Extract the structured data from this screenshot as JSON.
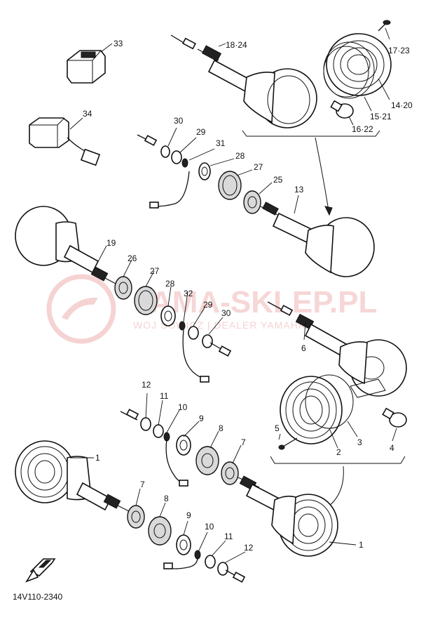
{
  "watermark": {
    "title": "AMA-SKLEP.PL",
    "subtitle": "WOJ SOWICZ | DEALER YAMAHA",
    "color": "#f0b5b5"
  },
  "diagram_code": "14V110-2340",
  "callouts": {
    "c33": "33",
    "c34": "34",
    "c18_24": "18·24",
    "c17_23": "17·23",
    "c14_20": "14·20",
    "c15_21": "15·21",
    "c16_22": "16·22",
    "c30a": "30",
    "c29a": "29",
    "c31": "31",
    "c28a": "28",
    "c27a": "27",
    "c25": "25",
    "c13": "13",
    "c19": "19",
    "c26": "26",
    "c27b": "27",
    "c28b": "28",
    "c32": "32",
    "c29b": "29",
    "c30b": "30",
    "c6": "6",
    "c12a": "12",
    "c11a": "11",
    "c10a": "10",
    "c9a": "9",
    "c8a": "8",
    "c7a": "7",
    "c5": "5",
    "c2": "2",
    "c3": "3",
    "c4": "4",
    "c1a": "1",
    "c7b": "7",
    "c8b": "8",
    "c9b": "9",
    "c10b": "10",
    "c11b": "11",
    "c12b": "12",
    "c1b": "1"
  }
}
